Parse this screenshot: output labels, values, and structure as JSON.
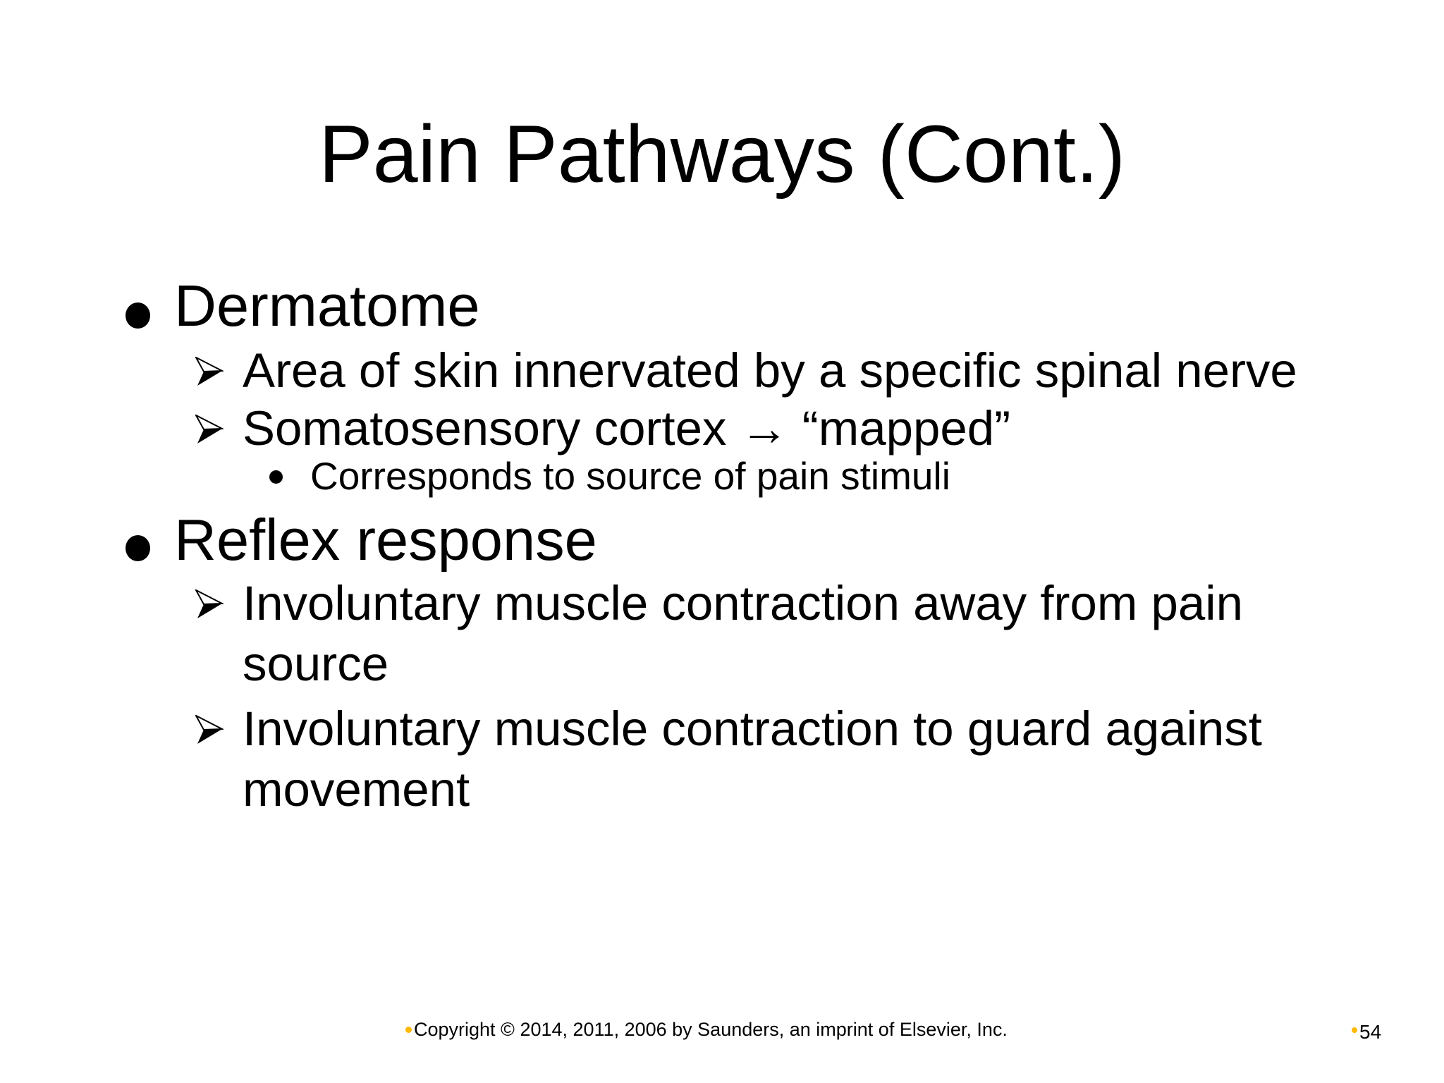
{
  "slide": {
    "title": "Pain Pathways (Cont.)",
    "bullets": {
      "dermatome": {
        "label": "Dermatome"
      },
      "area": {
        "label": "Area of skin innervated by a specific spinal nerve"
      },
      "somatosensory": {
        "label": "Somatosensory cortex → “mapped”"
      },
      "corresponds": {
        "label": "Corresponds to source of pain stimuli"
      },
      "reflex": {
        "label": "Reflex response"
      },
      "involuntary_away": {
        "label": "Involuntary muscle contraction away from pain source"
      },
      "involuntary_guard": {
        "label": "Involuntary muscle contraction to guard against movement"
      }
    },
    "footer": {
      "copyright": "Copyright © 2014, 2011, 2006 by Saunders, an imprint of Elsevier, Inc.",
      "page_number": "54",
      "accent_dot_color": "#FFB900"
    },
    "colors": {
      "background": "#FFFFFF",
      "text": "#000000"
    }
  }
}
